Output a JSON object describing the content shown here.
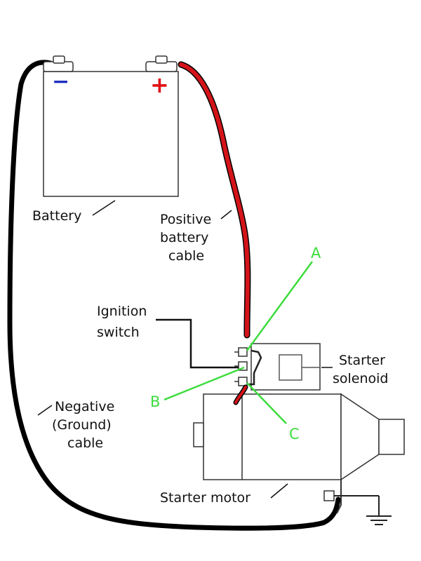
{
  "colors": {
    "positive_cable": "#d4141a",
    "negative_cable": "#000000",
    "pointer": "#3ddc3d",
    "minus_sign": "#1f2fbf",
    "plus_sign": "#e0141a",
    "outline": "#333333"
  },
  "battery": {
    "minus": "−",
    "plus": "+",
    "label": "Battery"
  },
  "labels": {
    "positive_cable": [
      "Positive",
      "battery",
      "cable"
    ],
    "ignition_switch": [
      "Ignition",
      "switch"
    ],
    "starter_solenoid": [
      "Starter",
      "solenoid"
    ],
    "negative_cable": [
      "Negative",
      "(Ground)",
      "cable"
    ],
    "starter_motor": "Starter motor"
  },
  "points": {
    "a": "A",
    "b": "B",
    "c": "C"
  }
}
